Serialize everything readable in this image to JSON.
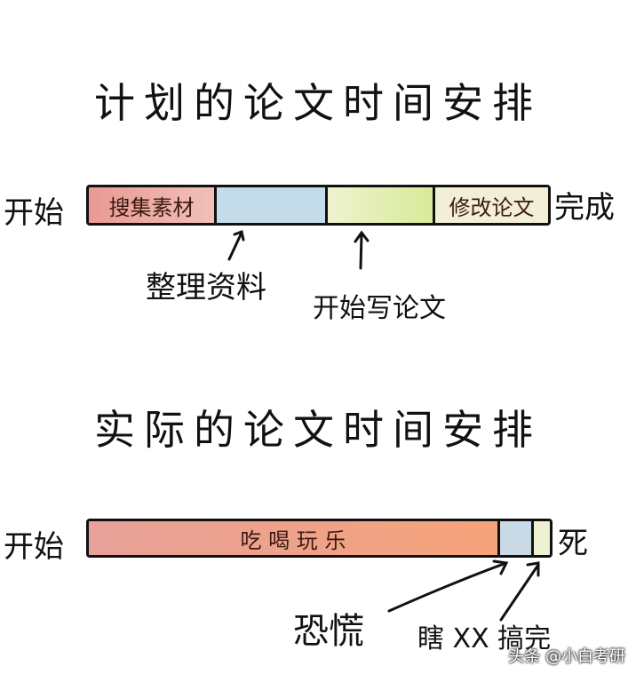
{
  "planned": {
    "title": "计划的论文时间安排",
    "start_label": "开始",
    "end_label": "完成",
    "segments": [
      {
        "label": "搜集素材",
        "color": "#e8a49c"
      },
      {
        "label": "",
        "color": "#c4dbe9"
      },
      {
        "label": "",
        "color": "#dfecae"
      },
      {
        "label": "修改论文",
        "color": "#f2efd6"
      }
    ],
    "annotations": [
      {
        "label": "整理资料"
      },
      {
        "label": "开始写论文"
      }
    ]
  },
  "actual": {
    "title": "实际的论文时间安排",
    "start_label": "开始",
    "end_label": "死",
    "segments": [
      {
        "label": "吃 喝 玩 乐",
        "color": "#f3a07e"
      },
      {
        "label": "",
        "color": "#c9d9e6"
      },
      {
        "label": "",
        "color": "#eef0d2"
      }
    ],
    "annotations": [
      {
        "label": "恐慌"
      },
      {
        "label": "瞎 XX 搞完"
      }
    ]
  },
  "watermark": "头条 @小白考研"
}
